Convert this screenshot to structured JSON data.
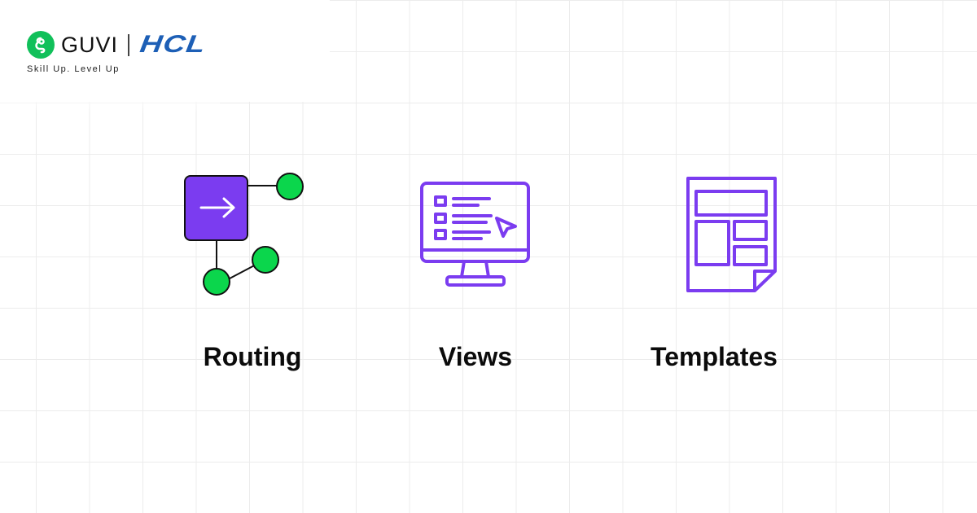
{
  "brand": {
    "guvi": "GUVI",
    "hcl": "HCL",
    "tagline": "Skill Up. Level Up"
  },
  "features": [
    {
      "label": "Routing",
      "icon": "routing-arrow-nodes-icon"
    },
    {
      "label": "Views",
      "icon": "monitor-view-icon"
    },
    {
      "label": "Templates",
      "icon": "page-template-icon"
    }
  ],
  "colors": {
    "purple": "#7b3cf0",
    "green": "#0bd64c",
    "guvi_green": "#11c05a",
    "hcl_blue": "#1d5fb6"
  }
}
